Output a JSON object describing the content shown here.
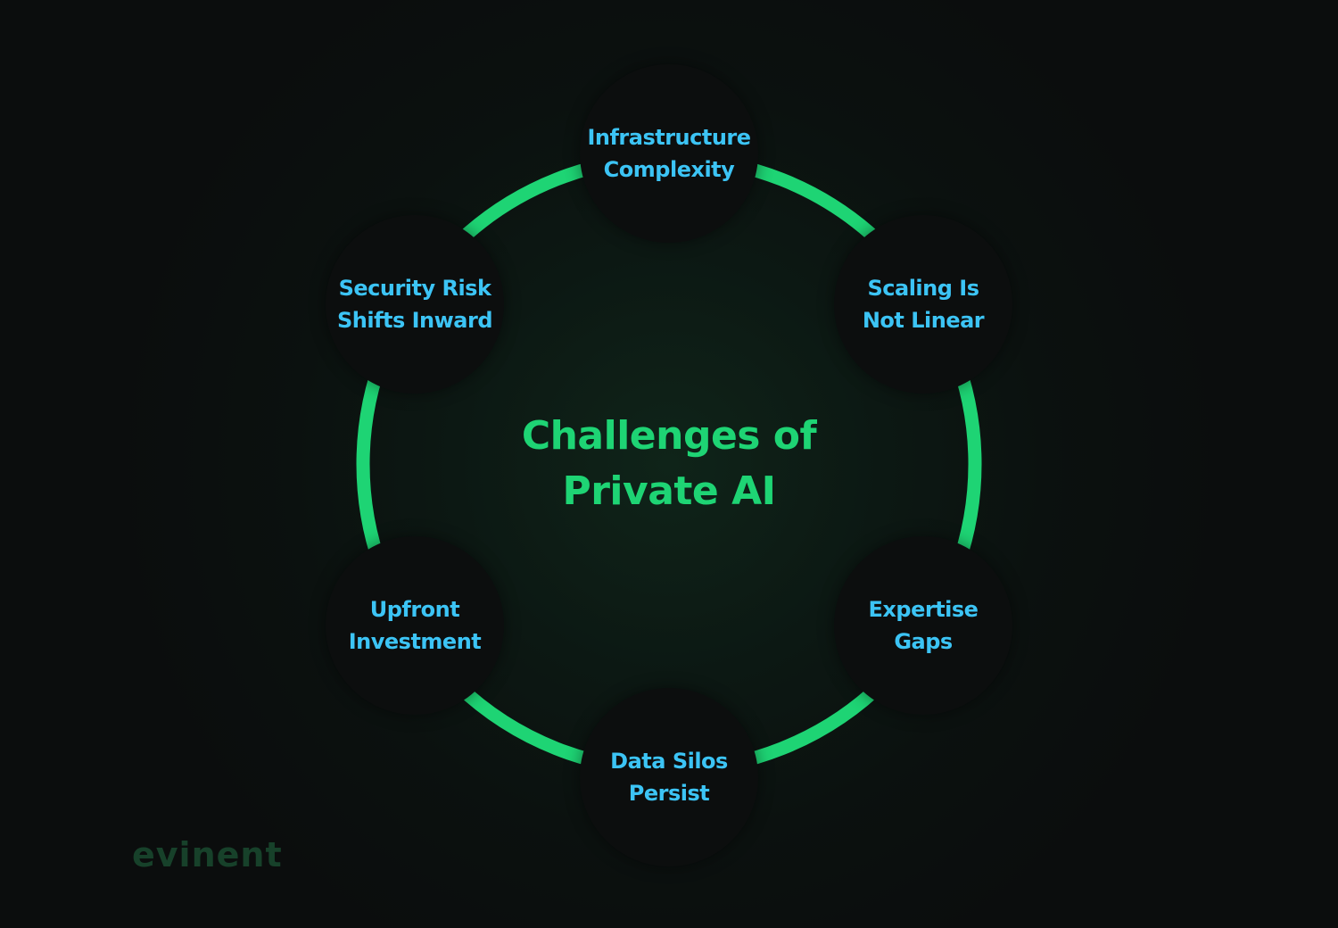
{
  "diagram": {
    "title_line1": "Challenges of",
    "title_line2": "Private AI",
    "nodes": [
      {
        "label": "Infrastructure\nComplexity"
      },
      {
        "label": "Scaling Is\nNot Linear"
      },
      {
        "label": "Expertise\nGaps"
      },
      {
        "label": "Data Silos\nPersist"
      },
      {
        "label": "Upfront\nInvestment"
      },
      {
        "label": "Security Risk\nShifts Inward"
      }
    ]
  },
  "logo": {
    "text": "evinent"
  },
  "colors": {
    "ring": "#1ed474",
    "node_text": "#3cc4f5",
    "title": "#1ed474",
    "node_fill": "#0c0e0e",
    "logo": "#17412a"
  }
}
